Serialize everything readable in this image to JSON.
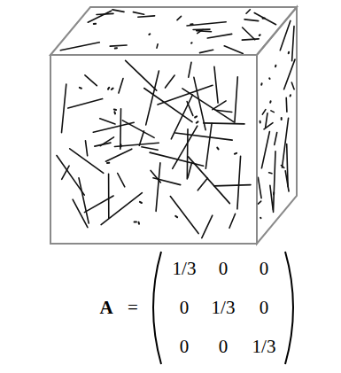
{
  "diagram": {
    "labels": [
      "A",
      "=",
      "1/3",
      "0",
      "0",
      "0",
      "1/3",
      "0",
      "0",
      "0",
      "1/3"
    ]
  }
}
